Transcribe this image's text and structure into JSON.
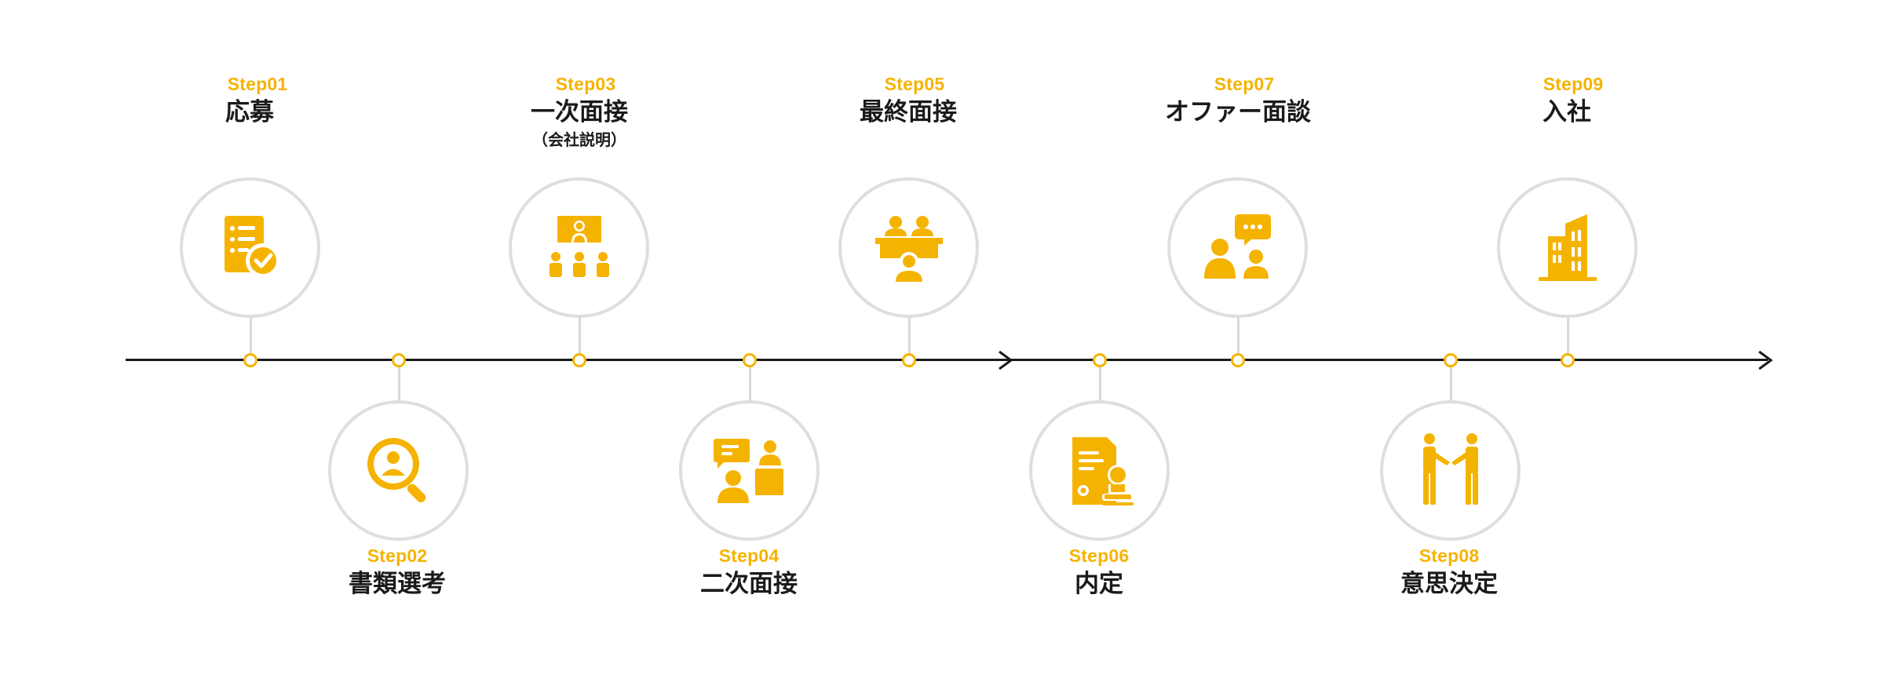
{
  "accent_color": "#f5b301",
  "line_color": "#1a1a1a",
  "circle_border_color": "#dedede",
  "steps": [
    {
      "code": "Step01",
      "title": "応募",
      "subtitle": "",
      "icon": "document-check-icon"
    },
    {
      "code": "Step02",
      "title": "書類選考",
      "subtitle": "",
      "icon": "magnifier-person-icon"
    },
    {
      "code": "Step03",
      "title": "一次面接",
      "subtitle": "（会社説明）",
      "icon": "presentation-audience-icon"
    },
    {
      "code": "Step04",
      "title": "二次面接",
      "subtitle": "",
      "icon": "interview-chat-icon"
    },
    {
      "code": "Step05",
      "title": "最終面接",
      "subtitle": "",
      "icon": "interview-panel-icon"
    },
    {
      "code": "Step06",
      "title": "内定",
      "subtitle": "",
      "icon": "document-stamp-icon"
    },
    {
      "code": "Step07",
      "title": "オファー面談",
      "subtitle": "",
      "icon": "chat-meeting-icon"
    },
    {
      "code": "Step08",
      "title": "意思決定",
      "subtitle": "",
      "icon": "handshake-icon"
    },
    {
      "code": "Step09",
      "title": "入社",
      "subtitle": "",
      "icon": "building-icon"
    }
  ]
}
